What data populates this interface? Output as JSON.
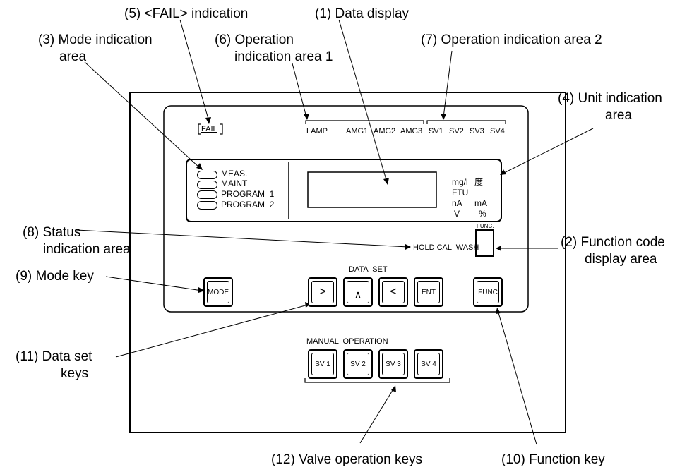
{
  "callouts": {
    "fail_indication": "(5) <FAIL> indication",
    "data_display": "(1) Data display",
    "mode_area_1": "(3) Mode indication",
    "mode_area_2": "area",
    "op_area1_1": "(6) Operation",
    "op_area1_2": "indication area 1",
    "op_area2": "(7) Operation indication area 2",
    "unit_area_1": "(4) Unit indication",
    "unit_area_2": "area",
    "status_area_1": "(8) Status",
    "status_area_2": "indication area",
    "func_code_1": "(2) Function code",
    "func_code_2": "display area",
    "mode_key": "(9) Mode key",
    "data_set_keys_1": "(11) Data set",
    "data_set_keys_2": "keys",
    "valve_keys": "(12) Valve operation keys",
    "function_key": "(10) Function key"
  },
  "panel": {
    "fail": "FAIL",
    "lamp": "LAMP",
    "amg1": "AMG1",
    "amg2": "AMG2",
    "amg3": "AMG3",
    "sv1": "SV1",
    "sv2": "SV2",
    "sv3": "SV3",
    "sv4": "SV4",
    "modes": [
      "MEAS.",
      "MAINT",
      "PROGRAM  1",
      "PROGRAM  2"
    ],
    "units": {
      "mgl": "mg/l",
      "do": "度",
      "ftu": "FTU",
      "na": "nA",
      "ma": "mA",
      "v": "V",
      "pct": "%"
    },
    "status": "HOLD CAL  WASH",
    "func_label": "FUNC.",
    "data_set": "DATA  SET",
    "manual_operation": "MANUAL  OPERATION",
    "keys": {
      "mode": "MODE",
      "right": ">",
      "up": "∧",
      "left": "<",
      "ent": "ENT",
      "func": "FUNC",
      "sv1": "SV 1",
      "sv2": "SV 2",
      "sv3": "SV 3",
      "sv4": "SV 4"
    }
  }
}
